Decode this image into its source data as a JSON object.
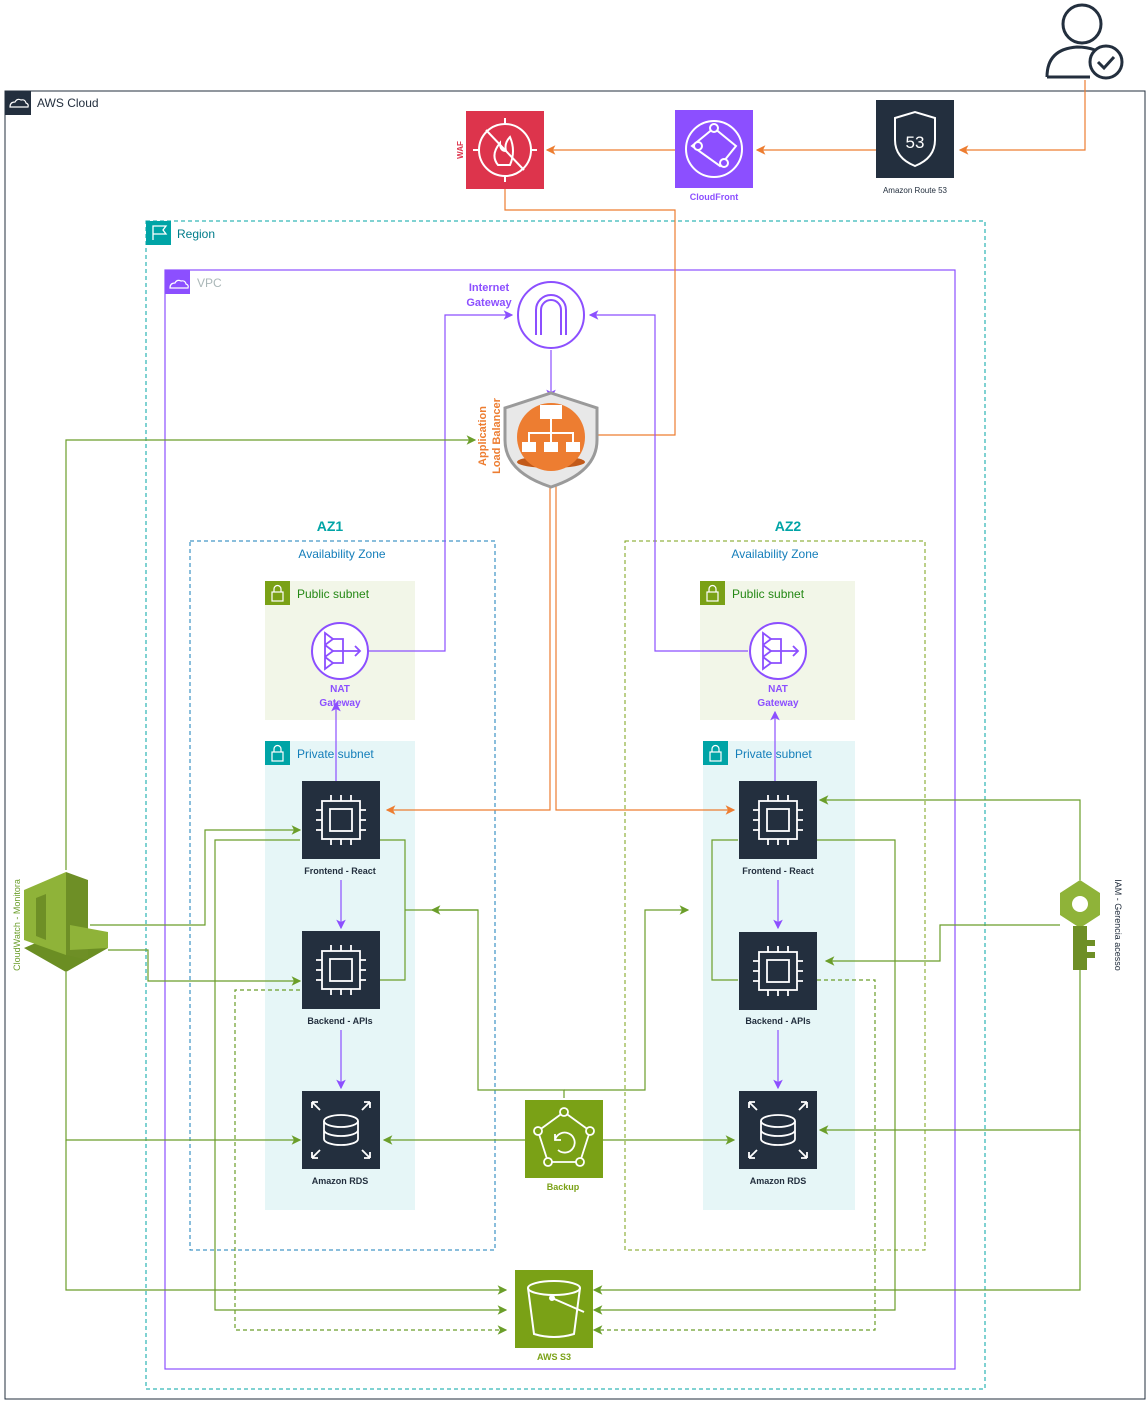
{
  "containers": {
    "aws_cloud": "AWS Cloud",
    "region": "Region",
    "vpc": "VPC",
    "az1": {
      "title": "AZ1",
      "subtitle": "Availability Zone"
    },
    "az2": {
      "title": "AZ2",
      "subtitle": "Availability Zone"
    },
    "public_subnet_1": "Public subnet",
    "public_subnet_2": "Public subnet",
    "private_subnet_1": "Private subnet",
    "private_subnet_2": "Private subnet"
  },
  "services": {
    "waf": "WAF",
    "cloudfront": "CloudFront",
    "route53": "Amazon Route 53",
    "route53_badge": "53",
    "internet_gateway": [
      "Internet",
      "Gateway"
    ],
    "alb": [
      "Application",
      "Load Balancer"
    ],
    "nat1": [
      "NAT",
      "Gateway"
    ],
    "nat2": [
      "NAT",
      "Gateway"
    ],
    "frontend1": "Frontend - React",
    "frontend2": "Frontend - React",
    "backend1": "Backend - APIs",
    "backend2": "Backend - APIs",
    "rds1": "Amazon RDS",
    "rds2": "Amazon RDS",
    "backup": "Backup",
    "s3": "AWS S3",
    "cloudwatch": "CloudWatch - Monitora",
    "iam": "IAM - Gerencia acesso"
  },
  "colors": {
    "orange": "#ED7D31",
    "purple": "#8C4FFF",
    "green": "#6B9E2A",
    "teal": "#00A4A6",
    "waf_red": "#DD344C",
    "dark": "#232F3E"
  }
}
